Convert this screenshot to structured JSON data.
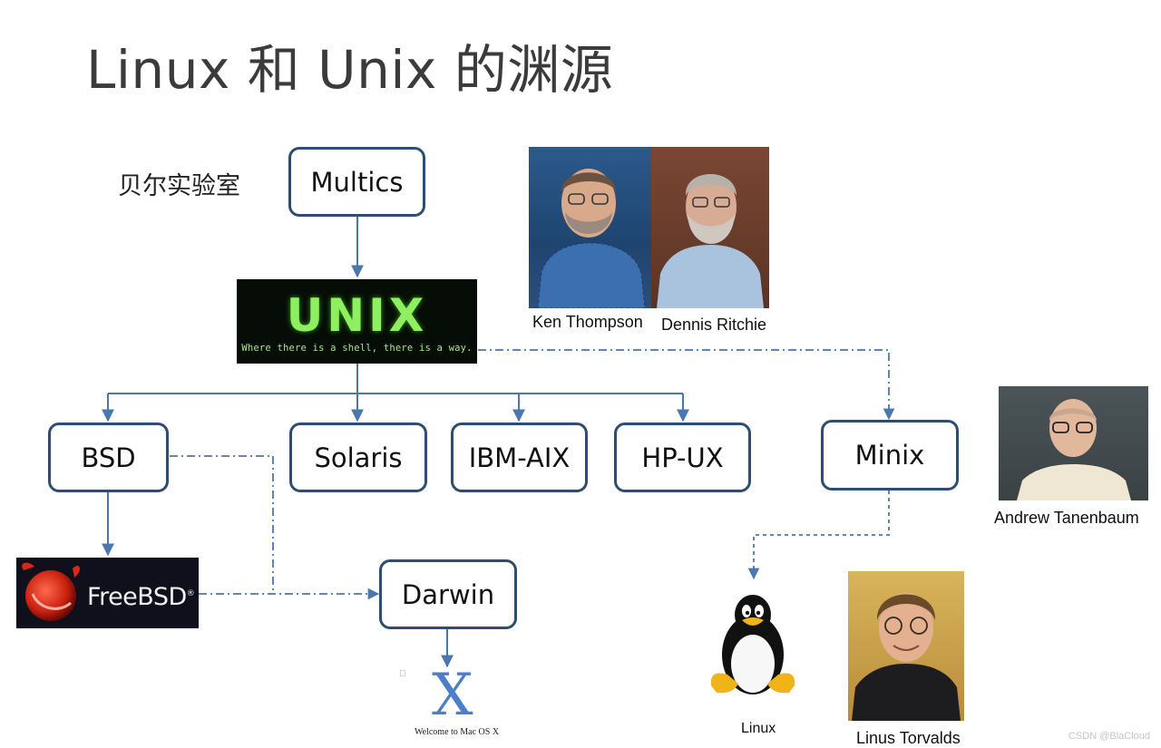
{
  "title": "Linux 和 Unix 的渊源",
  "lab_label": "贝尔实验室",
  "nodes": {
    "multics": "Multics",
    "bsd": "BSD",
    "solaris": "Solaris",
    "ibm_aix": "IBM-AIX",
    "hp_ux": "HP-UX",
    "minix": "Minix",
    "darwin": "Darwin"
  },
  "unix_logo": {
    "wordmark": "UNIX",
    "tagline": "Where there is a shell, there is a way."
  },
  "freebsd_logo": {
    "wordmark": "FreeBSD",
    "registered": "®"
  },
  "macos_logo": {
    "mark": "X",
    "text": "Welcome to Mac OS X"
  },
  "people": {
    "ken": "Ken Thompson",
    "dennis": "Dennis Ritchie",
    "andrew": "Andrew Tanenbaum",
    "linus": "Linus Torvalds"
  },
  "linux_label": "Linux",
  "watermark": "CSDN @BlaCloud",
  "colors": {
    "node_border": "#2e4d73",
    "connector": "#4a78ad",
    "unix_green": "#8ef060",
    "title_gray": "#3b3b3b"
  }
}
